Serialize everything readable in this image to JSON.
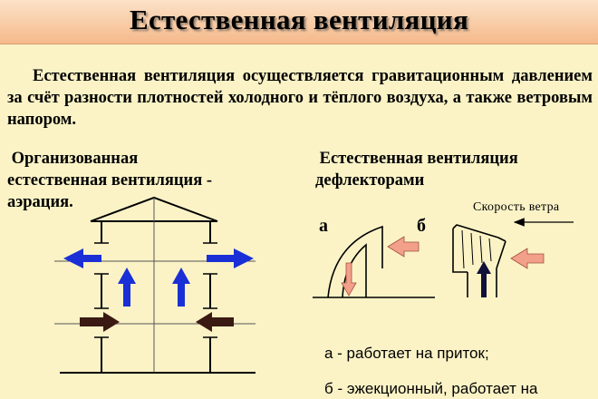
{
  "title": "Естественная вентиляция",
  "intro": "Естественная вентиляция осуществляется гравитационным давлением за счёт разности плотностей холодного и тёплого воздуха, а также ветровым напором.",
  "left_heading": {
    "line1": "Организованная",
    "line2": "естественная вентиляция -",
    "line3": "аэрация."
  },
  "right_heading": {
    "line1": "Естественная вентиляция",
    "line2": "дефлекторами"
  },
  "wind_label": "Скорость ветра",
  "figure_labels": {
    "a": "а",
    "b": "б"
  },
  "captions": {
    "a": "а - работает на приток;",
    "b": "б - эжекционный, работает на"
  },
  "colors": {
    "title_bar_top": "#fce2c8",
    "title_bar_bottom": "#f5b98b",
    "background": "#fbf3c6",
    "arrow_blue": "#1a2fd6",
    "arrow_dark": "#3a1a12",
    "arrow_pink": "#f2a08a",
    "arrow_navy": "#10103a"
  }
}
